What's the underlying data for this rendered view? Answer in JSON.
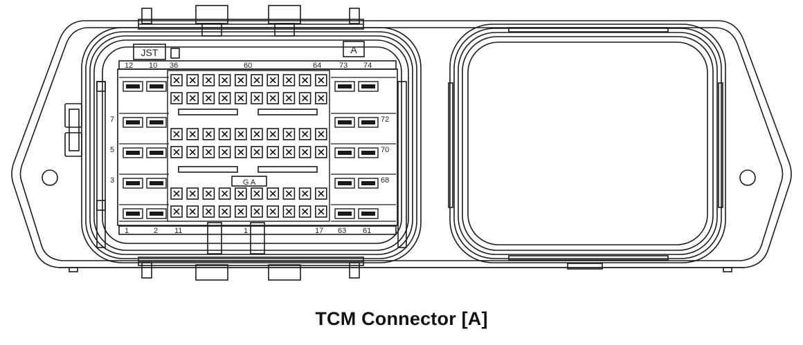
{
  "caption": "TCM Connector [A]",
  "key_label": "JST",
  "connector_tag": "A",
  "center_label": "G A",
  "pin_labels": {
    "top_left_1": "12",
    "top_left_2": "10",
    "top_mid_1": "36",
    "top_mid_2": "60",
    "top_mid_3": "64",
    "top_right_1": "73",
    "top_right_2": "74",
    "left_1": "7",
    "left_2": "5",
    "left_3": "3",
    "right_1": "72",
    "right_2": "70",
    "right_3": "68",
    "bottom_1": "1",
    "bottom_2": "2",
    "bottom_3": "11",
    "bottom_4": "1",
    "bottom_5": "17",
    "bottom_6": "63",
    "bottom_7": "61"
  }
}
